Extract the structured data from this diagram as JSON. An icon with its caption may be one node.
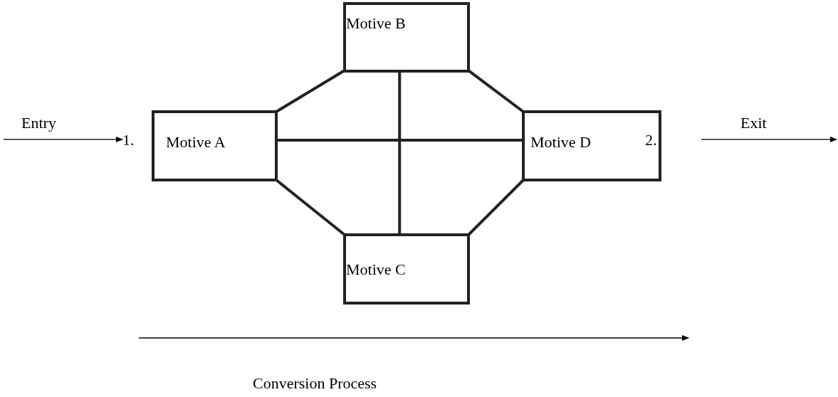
{
  "diagram": {
    "nodes": [
      {
        "text": [
          "Motive A"
        ]
      },
      {
        "text": [
          "Motive B"
        ]
      },
      {
        "text": [
          "Motive C"
        ]
      },
      {
        "text": [
          "Motive D"
        ]
      }
    ],
    "edges": [
      {
        "from": 0,
        "to": 1,
        "arrow": "none"
      },
      {
        "from": 0,
        "to": 2,
        "arrow": "none"
      },
      {
        "from": 1,
        "to": 3,
        "arrow": "none"
      },
      {
        "from": 2,
        "to": 3,
        "arrow": "none"
      },
      {
        "from": 0,
        "to": 3,
        "arrow": "none"
      },
      {
        "from": 1,
        "to": 2,
        "arrow": "none"
      },
      {
        "from": null,
        "to": 0,
        "arrow": "to",
        "label": "Entry"
      },
      {
        "from": 3,
        "to": null,
        "arrow": "to",
        "label": "Exit"
      }
    ],
    "labels": [
      "1.",
      "2.",
      "Conversion Process"
    ]
  }
}
